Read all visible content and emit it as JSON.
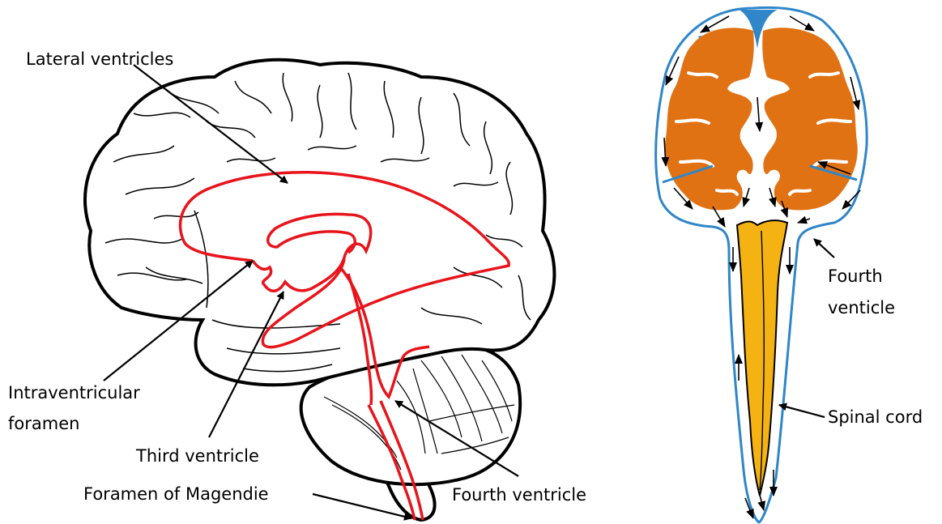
{
  "brain_labels": {
    "lateral_ventricles": "Lateral ventricles",
    "intraventricular_foramen_line1": "Intraventricular",
    "intraventricular_foramen_line2": "foramen",
    "third_ventricle": "Third ventricle",
    "foramen_of_magendie": "Foramen of Magendie",
    "fourth_ventricle": "Fourth ventricle"
  },
  "section_labels": {
    "fourth_venticle_line1": "Fourth",
    "fourth_venticle_line2": "venticle",
    "spinal_cord": "Spinal cord"
  },
  "colors": {
    "ventricle_outline": "#e8141c",
    "gray_matter": "#e07214",
    "spinal_cord": "#f5b313",
    "csf_outline": "#2f86c8",
    "brain_outline": "#000000"
  }
}
